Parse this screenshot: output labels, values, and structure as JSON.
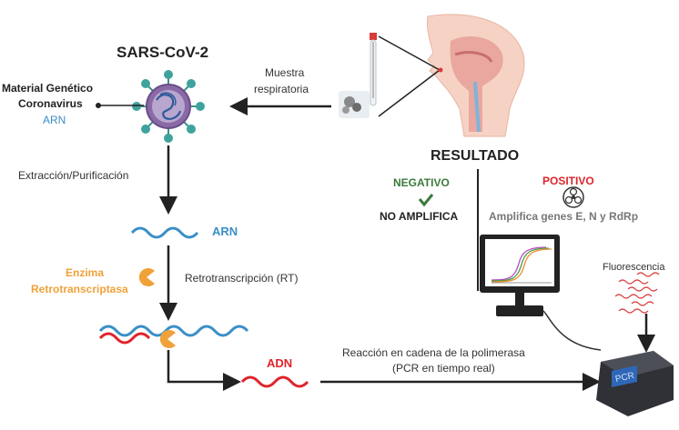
{
  "title": "SARS-CoV-2",
  "virus_labels": {
    "line1": "Material Genético",
    "line2": "Coronavirus",
    "line3": "ARN"
  },
  "sample": {
    "line1": "Muestra",
    "line2": "respiratoria"
  },
  "steps": {
    "extraction": "Extracción/Purificación",
    "rna": "ARN",
    "enzyme_line1": "Enzima",
    "enzyme_line2": "Retrotranscriptasa",
    "rt": "Retrotranscripción (RT)",
    "dna": "ADN",
    "pcr_line1": "Reacción en cadena de la polimerasa",
    "pcr_line2": "(PCR en tiempo real)"
  },
  "result": {
    "title": "RESULTADO",
    "negative": "NEGATIVO",
    "negative_desc": "NO AMPLIFICA",
    "positive": "POSITIVO",
    "positive_desc": "Amplifica genes E, N y RdRp"
  },
  "instrument": {
    "fluorescence": "Fluorescencia",
    "pcr_label": "PCR"
  },
  "colors": {
    "rna": "#3a8fc7",
    "dna_red": "#e0242c",
    "negative": "#3b7a3b",
    "positive": "#e0242c",
    "enzyme": "#f0a13a"
  }
}
